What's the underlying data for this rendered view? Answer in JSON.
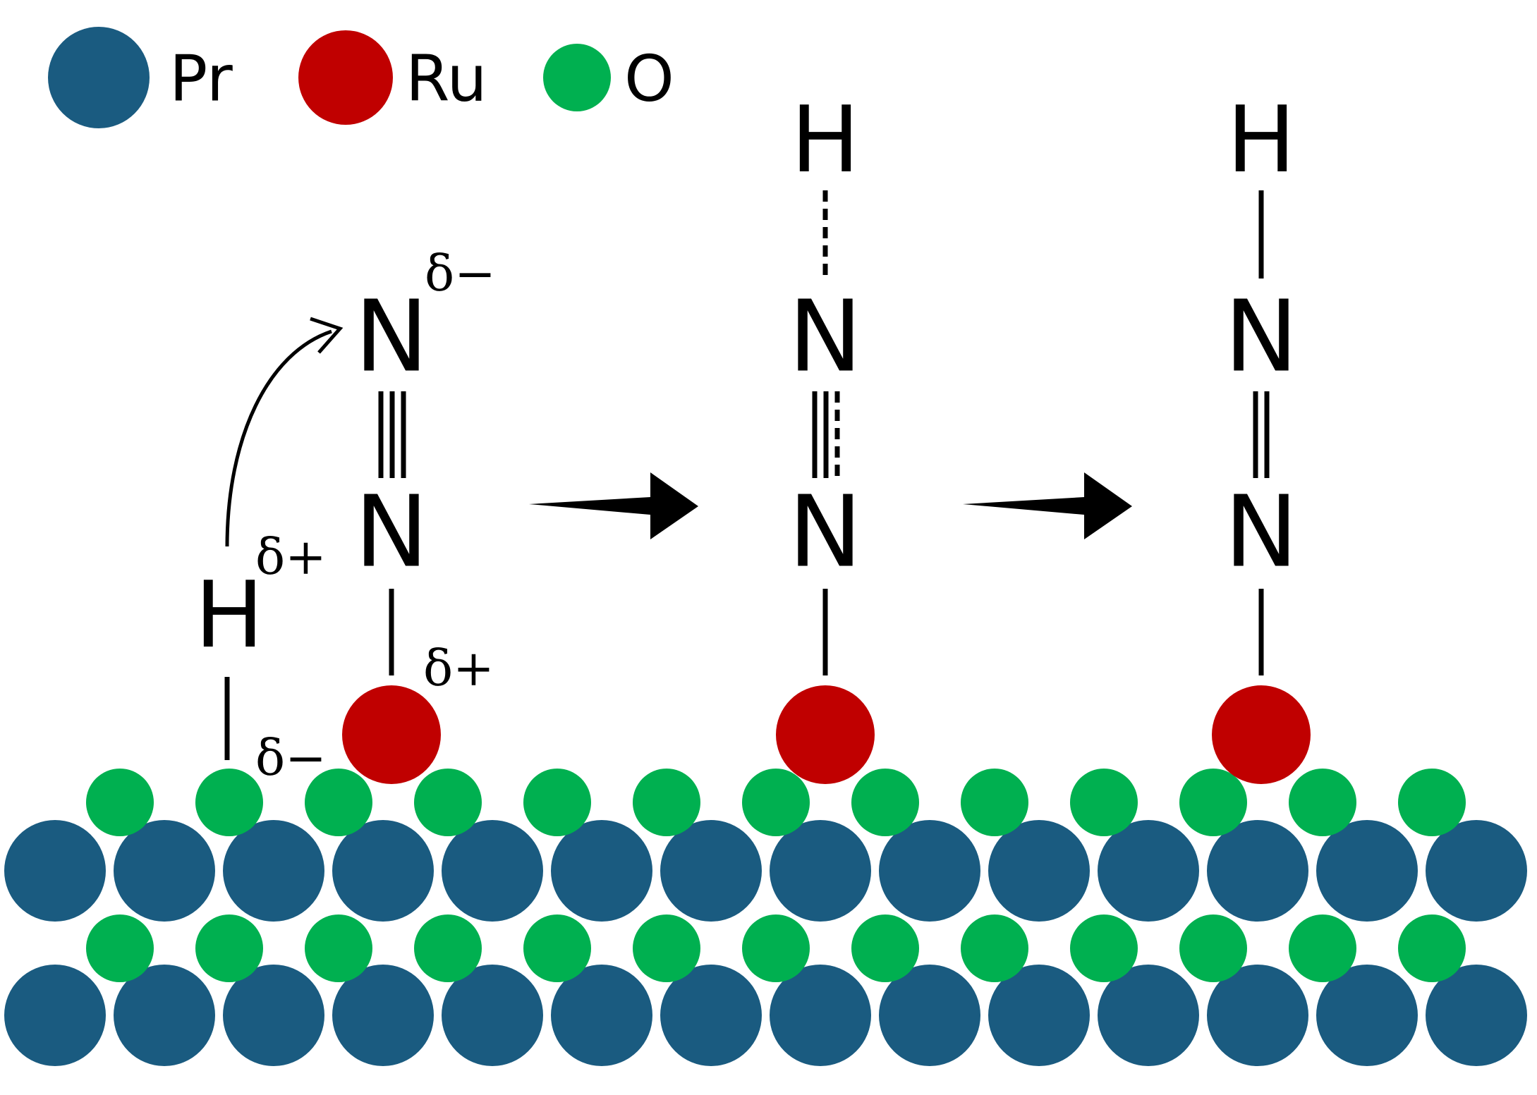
{
  "colors": {
    "pr": "#1a5b80",
    "ru": "#c00000",
    "o": "#00b050",
    "ink": "#000000",
    "background": "#ffffff"
  },
  "legend": [
    {
      "label": "Pr",
      "color": "#1a5b80"
    },
    {
      "label": "Ru",
      "color": "#c00000"
    },
    {
      "label": "O",
      "color": "#00b050"
    }
  ],
  "stage1": {
    "hydrogen": "H",
    "hydrogen_charge": "δ+",
    "surface_charge": "δ−",
    "nitrogen_top": "N",
    "nitrogen_top_charge": "δ−",
    "nitrogen_bottom": "N",
    "ruthenium_charge": "δ+",
    "bond_n_n": "triple",
    "arrow_icon": "curved-arrow-icon"
  },
  "stage2": {
    "hydrogen": "H",
    "nitrogen_top": "N",
    "nitrogen_bottom": "N",
    "bond_h_n": "partial",
    "bond_n_n": "triple-weakening"
  },
  "stage3": {
    "hydrogen": "H",
    "nitrogen_top": "N",
    "nitrogen_bottom": "N",
    "bond_h_n": "single",
    "bond_n_n": "double"
  },
  "reaction_arrows": [
    "reaction-arrow-icon",
    "reaction-arrow-icon"
  ]
}
